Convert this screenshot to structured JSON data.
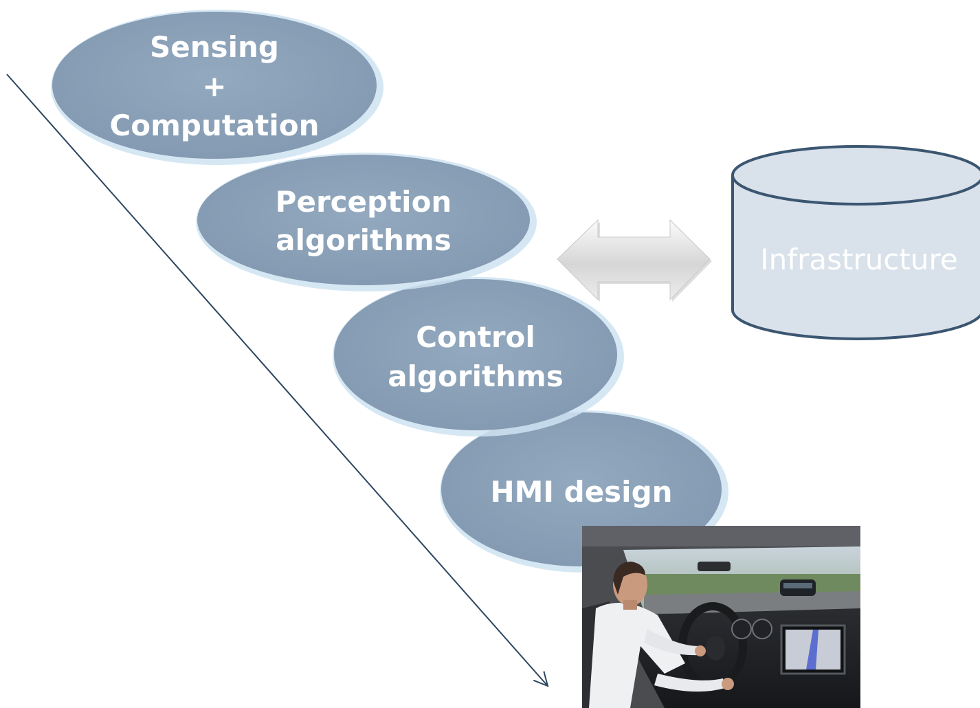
{
  "stages": [
    {
      "id": "sensing",
      "lines": [
        "Sensing",
        "+",
        "Computation"
      ]
    },
    {
      "id": "perception",
      "lines": [
        "Perception",
        "algorithms"
      ]
    },
    {
      "id": "control",
      "lines": [
        "Control",
        "algorithms"
      ]
    },
    {
      "id": "hmi",
      "lines": [
        "HMI design"
      ]
    }
  ],
  "infrastructure": {
    "label": "Infrastructure"
  },
  "colors": {
    "ellipse_fill": "#8ea5bb",
    "ellipse_glow": "#cfe3f2",
    "cylinder_fill": "#d9e1ea",
    "cylinder_stroke": "#3b5671",
    "arrow_line": "#2d4660",
    "label_text": "#ffffff"
  }
}
